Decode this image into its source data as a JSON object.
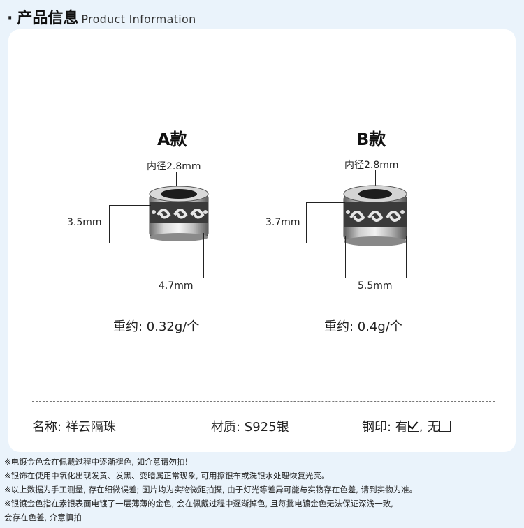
{
  "header": {
    "bullet": "·",
    "title_cn": "产品信息",
    "title_en": "Product Information"
  },
  "variants": [
    {
      "title": "A款",
      "inner_diameter": "内径2.8mm",
      "height": "3.5mm",
      "width": "4.7mm",
      "weight": "重约: 0.32g/个"
    },
    {
      "title": "B款",
      "inner_diameter": "内径2.8mm",
      "height": "3.7mm",
      "width": "5.5mm",
      "weight": "重约: 0.4g/个"
    }
  ],
  "info": {
    "name": "名称: 祥云隔珠",
    "material": "材质: S925银",
    "stamp_label": "钢印: 有",
    "stamp_sep": ", 无"
  },
  "notes": [
    "※电镀金色会在佩戴过程中逐渐褪色, 如介意请勿拍!",
    "※银饰在使用中氧化出现发黄、发黑、变暗属正常现象, 可用擦银布或洗银水处理恢复光亮。",
    "※以上数据为手工测量, 存在细微误差; 图片均为实物微距拍摄, 由于灯光等差异可能与实物存在色差, 请到实物为准。",
    "※银镀金色指在素银表面电镀了一层薄薄的金色, 会在佩戴过程中逐渐掉色, 且每批电镀金色无法保证深浅一致,",
    "会存在色差, 介意慎拍"
  ]
}
